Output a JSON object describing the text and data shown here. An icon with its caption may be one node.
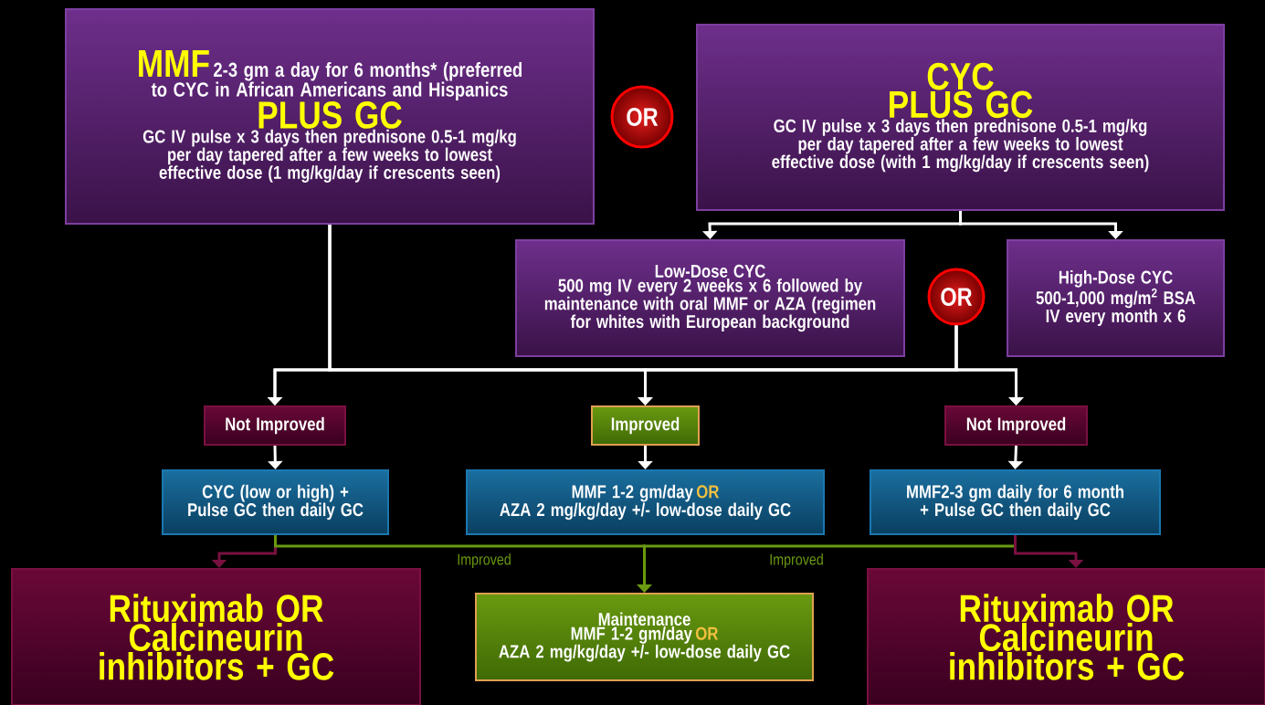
{
  "diagram": {
    "nodes": [
      {
        "text": [
          "MMF",
          "2-3 gm a day for 6 months* (preferred to CYC in African Americans and Hispanics",
          "PLUS GC",
          "GC IV pulse x 3 days then prednisone 0.5-1 mg/kg per day tapered after a few weeks to lowest effective dose (1 mg/kg/day if crescents seen)"
        ]
      },
      {
        "text": [
          "OR"
        ]
      },
      {
        "text": [
          "CYC",
          "PLUS GC",
          "GC IV pulse x 3 days then prednisone 0.5-1 mg/kg per day tapered after a few weeks to lowest effective dose (with 1 mg/kg/day if crescents seen)"
        ]
      },
      {
        "text": [
          "Low-Dose CYC",
          "500 mg IV every 2 weeks x 6 followed by maintenance with oral MMF or AZA (regimen for whites with European background"
        ]
      },
      {
        "text": [
          "OR"
        ]
      },
      {
        "text": [
          "High-Dose CYC",
          "500-1,000 mg/m$^{2}$ BSA IV every month x 6"
        ]
      },
      {
        "text": [
          "Not Improved"
        ]
      },
      {
        "text": [
          "Improved"
        ]
      },
      {
        "text": [
          "Not Improved"
        ]
      },
      {
        "text": [
          "CYC (low or high) + Pulse GC then daily GC"
        ]
      },
      {
        "text": [
          "MMF 1-2 gm/day",
          "OR",
          "AZA 2 mg/kg/day +/- low-dose daily GC"
        ]
      },
      {
        "text": [
          "MMF2-3 gm daily for 6 month + Pulse GC then daily GC"
        ]
      },
      {
        "text": [
          "Rituximab OR Calcineurin inhibitors + GC"
        ]
      },
      {
        "text": [
          "Maintenance",
          "MMF 1-2 gm/day",
          "OR",
          "AZA 2 mg/kg/day +/- low-dose daily GC"
        ]
      },
      {
        "text": [
          "Rituximab OR Calcineurin inhibitors + GC"
        ]
      }
    ],
    "edges": [
      {
        "from": 2,
        "to": 3,
        "arrow": "to"
      },
      {
        "from": 2,
        "to": 5,
        "arrow": "to"
      },
      {
        "from": 0,
        "to": 6,
        "arrow": "to"
      },
      {
        "from": 0,
        "to": 7,
        "arrow": "to"
      },
      {
        "from": 0,
        "to": 8,
        "arrow": "to"
      },
      {
        "from": 4,
        "to": 6,
        "arrow": "to"
      },
      {
        "from": 4,
        "to": 7,
        "arrow": "to"
      },
      {
        "from": 4,
        "to": 8,
        "arrow": "to"
      },
      {
        "from": 6,
        "to": 9,
        "arrow": "to"
      },
      {
        "from": 7,
        "to": 10,
        "arrow": "to"
      },
      {
        "from": 8,
        "to": 11,
        "arrow": "to"
      },
      {
        "from": 9,
        "to": 12,
        "arrow": "to",
        "color": "#7a1040"
      },
      {
        "from": 9,
        "to": 13,
        "arrow": "to",
        "color": "#6a9a10",
        "label": "Improved"
      },
      {
        "from": 11,
        "to": 13,
        "arrow": "to",
        "color": "#6a9a10",
        "label": "Improved"
      },
      {
        "from": 11,
        "to": 14,
        "arrow": "to",
        "color": "#7a1040"
      }
    ]
  }
}
